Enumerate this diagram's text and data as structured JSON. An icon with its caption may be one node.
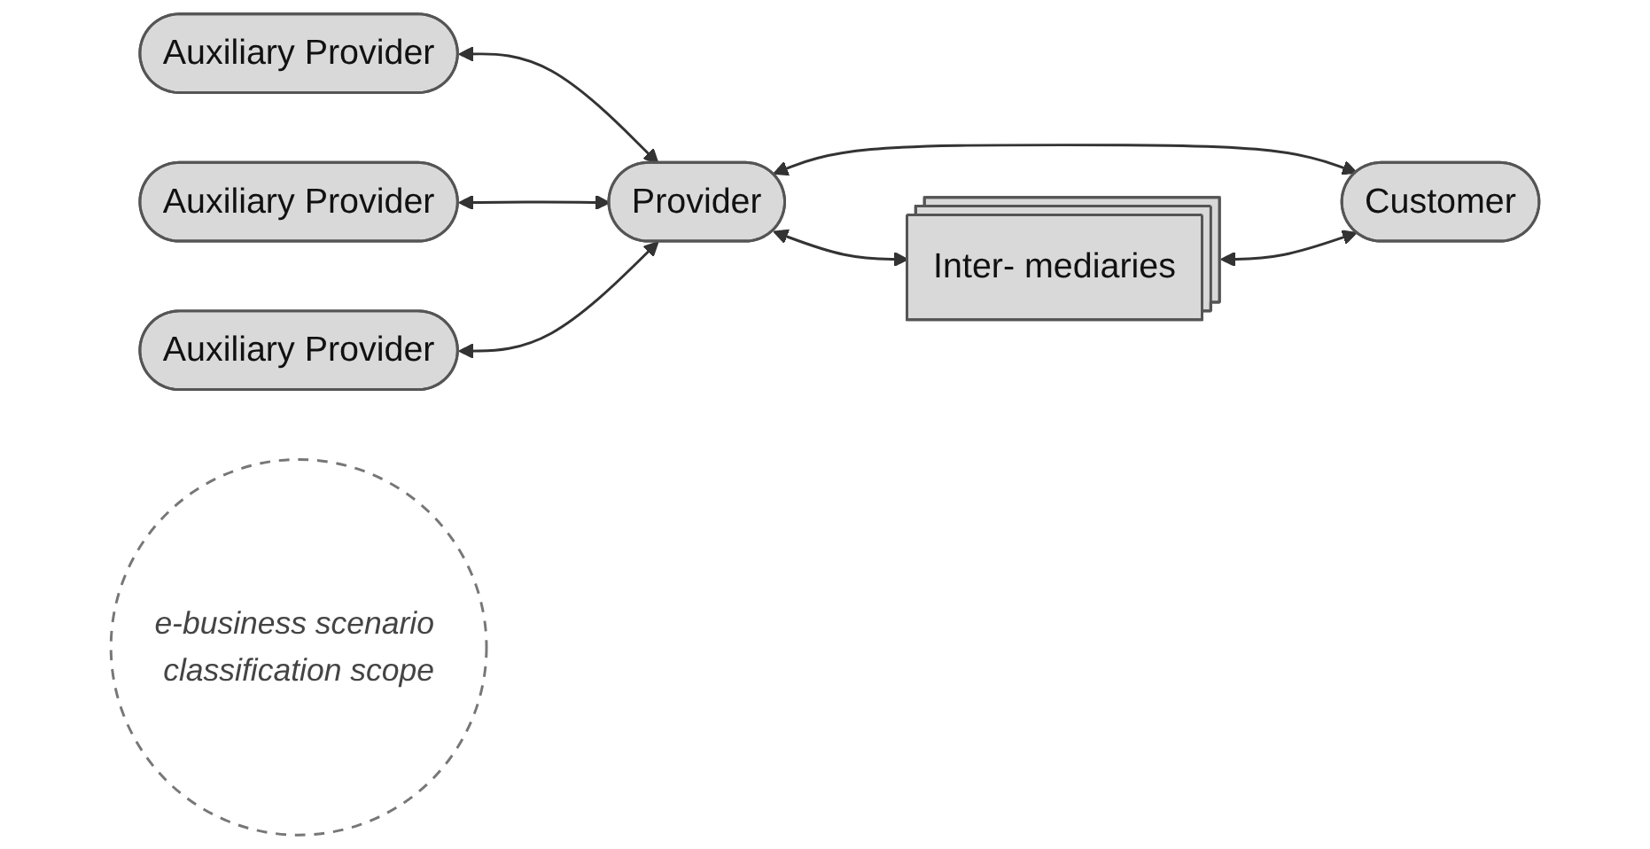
{
  "diagram": {
    "nodes": [
      {
        "text": [
          "Auxiliary Provider"
        ]
      },
      {
        "text": [
          "Auxiliary Provider"
        ]
      },
      {
        "text": [
          "Auxiliary Provider"
        ]
      },
      {
        "text": [
          "Provider"
        ]
      },
      {
        "text": [
          "Customer"
        ]
      },
      {
        "text": [
          "Inter- mediaries"
        ]
      },
      {
        "text": [
          "e-business scenario classification scope"
        ]
      }
    ],
    "edges": [
      {
        "from": 0,
        "to": 3,
        "arrow": "both"
      },
      {
        "from": 1,
        "to": 3,
        "arrow": "both"
      },
      {
        "from": 2,
        "to": 3,
        "arrow": "both"
      },
      {
        "from": 3,
        "to": 4,
        "arrow": "both"
      },
      {
        "from": 3,
        "to": 5,
        "arrow": "both"
      },
      {
        "from": 5,
        "to": 4,
        "arrow": "both"
      }
    ]
  }
}
